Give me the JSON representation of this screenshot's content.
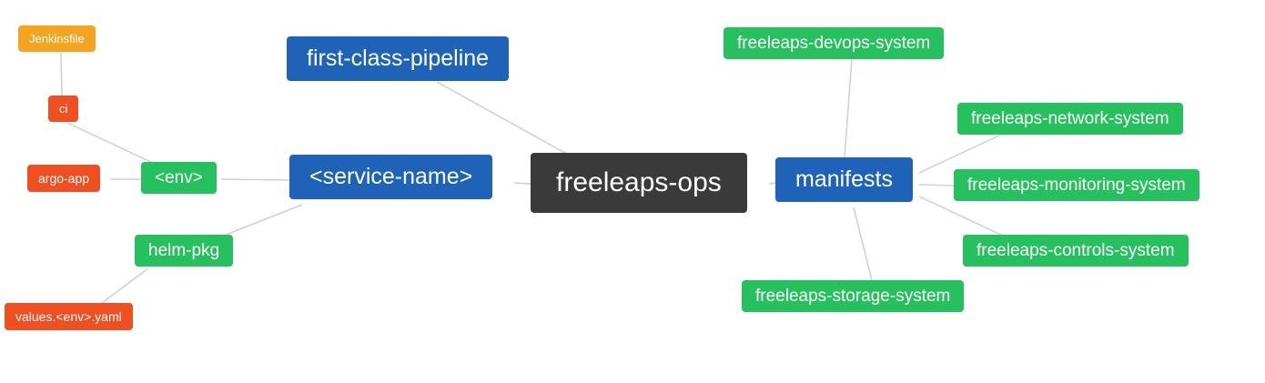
{
  "colors": {
    "background": "#ffffff",
    "edge": "#cfcfcf",
    "blue": "#1e63b8",
    "green": "#27c05e",
    "red": "#f04f21",
    "orange": "#f4a41f",
    "dark": "#3a3a3a"
  },
  "nodes": {
    "center": {
      "label": "freeleaps-ops"
    },
    "first_class_pipeline": {
      "label": "first-class-pipeline"
    },
    "service_name": {
      "label": "<service-name>"
    },
    "env": {
      "label": "<env>"
    },
    "ci": {
      "label": "ci"
    },
    "jenkinsfile": {
      "label": "Jenkinsfile"
    },
    "argo_app": {
      "label": "argo-app"
    },
    "helm_pkg": {
      "label": "helm-pkg"
    },
    "values_env_yaml": {
      "label": "values.<env>.yaml"
    },
    "manifests": {
      "label": "manifests"
    },
    "devops_system": {
      "label": "freeleaps-devops-system"
    },
    "network_system": {
      "label": "freeleaps-network-system"
    },
    "monitoring_system": {
      "label": "freeleaps-monitoring-system"
    },
    "controls_system": {
      "label": "freeleaps-controls-system"
    },
    "storage_system": {
      "label": "freeleaps-storage-system"
    }
  },
  "edges": [
    {
      "from": "jenkinsfile",
      "to": "ci"
    },
    {
      "from": "ci",
      "to": "env"
    },
    {
      "from": "argo_app",
      "to": "env"
    },
    {
      "from": "env",
      "to": "service_name"
    },
    {
      "from": "helm_pkg",
      "to": "service_name"
    },
    {
      "from": "values_env_yaml",
      "to": "helm_pkg"
    },
    {
      "from": "first_class_pipeline",
      "to": "center"
    },
    {
      "from": "service_name",
      "to": "center"
    },
    {
      "from": "center",
      "to": "manifests"
    },
    {
      "from": "manifests",
      "to": "devops_system"
    },
    {
      "from": "manifests",
      "to": "network_system"
    },
    {
      "from": "manifests",
      "to": "monitoring_system"
    },
    {
      "from": "manifests",
      "to": "controls_system"
    },
    {
      "from": "manifests",
      "to": "storage_system"
    }
  ]
}
